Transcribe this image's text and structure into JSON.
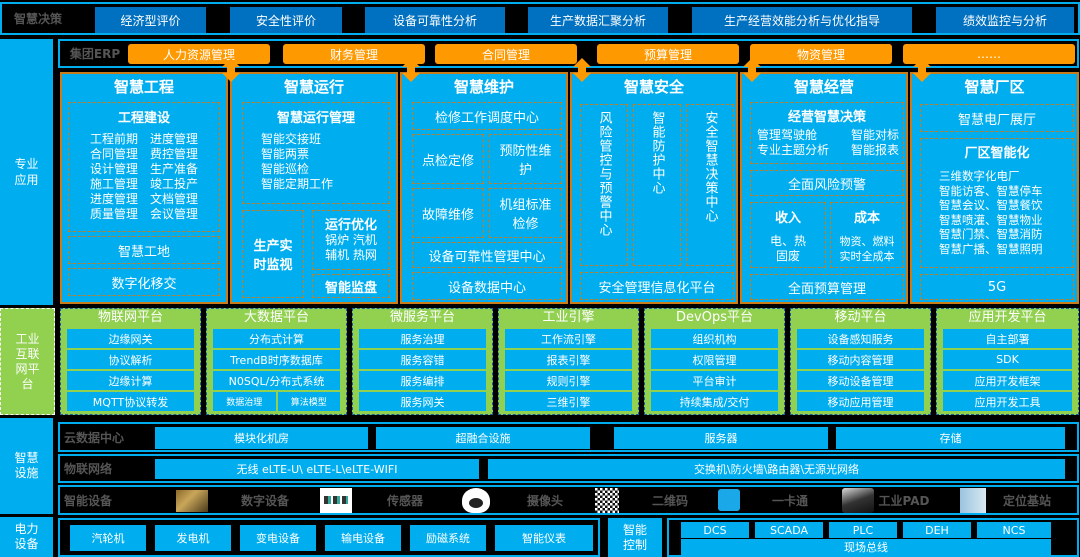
{
  "decision": {
    "label": "智慧决策",
    "items": [
      "经济型评价",
      "安全性评价",
      "设备可靠性分析",
      "生产数据汇聚分析",
      "生产经营效能分析与优化指导",
      "绩效监控与分析"
    ]
  },
  "erp": {
    "label": "集团ERP",
    "items": [
      "人力资源管理",
      "财务管理",
      "合同管理",
      "预算管理",
      "物资管理",
      "……"
    ]
  },
  "professional": {
    "label": "专业应用",
    "engineering": {
      "title": "智慧工程",
      "build_title": "工程建设",
      "build_left": [
        "工程前期",
        "合同管理",
        "设计管理",
        "施工管理",
        "进度管理",
        "质量管理"
      ],
      "build_right": [
        "进度管理",
        "费控管理",
        "生产准备",
        "竣工投产",
        "文档管理",
        "会议管理"
      ],
      "site": "智慧工地",
      "handover": "数字化移交"
    },
    "operation": {
      "title": "智慧运行",
      "mgmt_title": "智慧运行管理",
      "mgmt_items": [
        "智能交接班",
        "智能两票",
        "智能巡检",
        "智能定期工作"
      ],
      "monitor": "生产实时监视",
      "opt_title": "运行优化",
      "opt_items": [
        "锅炉 汽机",
        "辅机 热网"
      ],
      "smart_monitor": "智能监盘"
    },
    "maintenance": {
      "title": "智慧维护",
      "dispatch": "检修工作调度中心",
      "spot": "点检定修",
      "preventive": "预防性维护",
      "fault": "故障维修",
      "standard": "机组标准检修",
      "reliability": "设备可靠性管理中心",
      "data_center": "设备数据中心"
    },
    "safety": {
      "title": "智慧安全",
      "col1": "风险管控与预警中心",
      "col2": "智能防护中心",
      "col3": "安全智慧决策中心",
      "platform": "安全管理信息化平台"
    },
    "business": {
      "title": "智慧经营",
      "decision_title": "经营智慧决策",
      "decision_left": [
        "管理驾驶舱",
        "专业主题分析"
      ],
      "decision_right": [
        "智能对标",
        "智能报表"
      ],
      "risk": "全面风险预警",
      "income_title": "收入",
      "income_items": [
        "电、热",
        "固废"
      ],
      "cost_title": "成本",
      "cost_items": [
        "物资、燃料",
        "实时全成本"
      ],
      "budget": "全面预算管理"
    },
    "plant": {
      "title": "智慧厂区",
      "hall": "智慧电厂展厅",
      "intel_title": "厂区智能化",
      "intel_items": [
        "三维数字化电厂",
        "智能访客、智慧停车",
        "智慧会议、智慧餐饮",
        "智慧喷灌、智慧物业",
        "智慧门禁、智慧消防",
        "智慧广播、智慧照明"
      ],
      "net": "5G"
    }
  },
  "industrial": {
    "label": "工业互联网平台",
    "platforms": [
      {
        "title": "物联网平台",
        "items": [
          "边缘网关",
          "协议解析",
          "边缘计算",
          "MQTT协议转发"
        ]
      },
      {
        "title": "大数据平台",
        "items": [
          "分布式计算",
          "TrendB时序数据库",
          "N0SQL/分布式系统"
        ],
        "split": [
          "数据治理",
          "算法模型"
        ]
      },
      {
        "title": "微服务平台",
        "items": [
          "服务治理",
          "服务容错",
          "服务编排",
          "服务网关"
        ]
      },
      {
        "title": "工业引擎",
        "items": [
          "工作流引擎",
          "报表引擎",
          "规则引擎",
          "三维引擎"
        ]
      },
      {
        "title": "DevOps平台",
        "items": [
          "组织机构",
          "权限管理",
          "平台审计",
          "持续集成/交付"
        ]
      },
      {
        "title": "移动平台",
        "items": [
          "设备感知服务",
          "移动内容管理",
          "移动设备管理",
          "移动应用管理"
        ]
      },
      {
        "title": "应用开发平台",
        "items": [
          "自主部署",
          "SDK",
          "应用开发框架",
          "应用开发工具"
        ]
      }
    ]
  },
  "facility": {
    "label": "智慧设施",
    "cloud": {
      "label": "云数据中心",
      "items": [
        "模块化机房",
        "超融合设施",
        "服务器",
        "存储"
      ]
    },
    "network": {
      "label": "物联网络",
      "items": [
        "无线 eLTE-U\\ eLTE-L\\eLTE-WIFI",
        "交换机\\防火墙\\路由器\\无源光网络"
      ]
    },
    "devices": {
      "label": "智能设备",
      "items": [
        "数字设备",
        "传感器",
        "摄像头",
        "二维码",
        "一卡通",
        "工业PAD",
        "定位基站"
      ]
    }
  },
  "power": {
    "label": "电力设备",
    "items": [
      "汽轮机",
      "发电机",
      "变电设备",
      "输电设备",
      "励磁系统",
      "智能仪表"
    ],
    "control_label": "智能控制",
    "control_items": [
      "DCS",
      "SCADA",
      "PLC",
      "DEH",
      "NCS"
    ],
    "bus": "现场总线"
  },
  "colors": {
    "primary": "#00aeef",
    "dark_blue": "#0070c0",
    "orange": "#ff9900",
    "green": "#92d050",
    "dash": "#c87c1a"
  }
}
